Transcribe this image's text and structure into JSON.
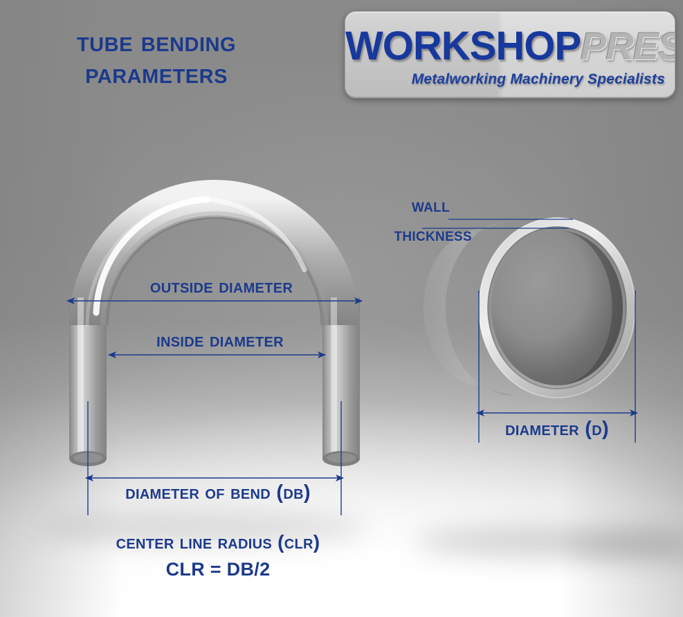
{
  "title": {
    "line1": "Tube Bending",
    "line2": "Parameters"
  },
  "logo": {
    "brand_primary": "WORKSHOP",
    "brand_secondary": "PRESS",
    "tagline": "Metalworking Machinery Specialists",
    "brand_primary_color": "#17389c",
    "brand_secondary_color": "#b5b5b5"
  },
  "diagram": {
    "accent_color": "#1b3a8c",
    "bend": {
      "labels": {
        "outside_diameter": "Outside Diameter",
        "inside_diameter": "Inside Diameter",
        "diameter_of_bend": "Diameter of Bend (DB)",
        "center_line_radius": "Center Line Radius (CLR)",
        "clr_formula": "CLR = DB/2"
      }
    },
    "cross_section": {
      "labels": {
        "wall": "Wall",
        "thickness": "Thickness",
        "diameter": "Diameter (D)"
      }
    }
  }
}
